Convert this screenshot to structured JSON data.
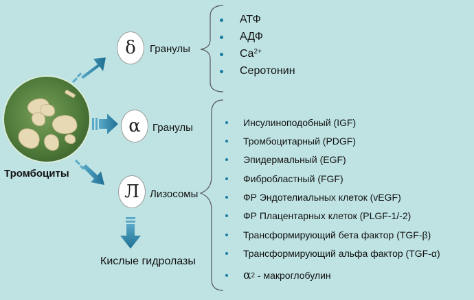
{
  "center": {
    "label": "Тромбоциты"
  },
  "nodes": {
    "delta": {
      "symbol": "δ",
      "label": "Гранулы"
    },
    "alpha": {
      "symbol": "α",
      "label": "Гранулы"
    },
    "lys": {
      "symbol": "Л",
      "label": "Лизосомы",
      "product": "Кислые гидролазы"
    }
  },
  "delta_items": [
    "АТФ",
    "АДФ",
    "Ca",
    "Серотонин"
  ],
  "ca_superscript": "2+",
  "alpha_items": [
    "Инсулиноподобный (IGF)",
    "Тромбоцитарный (PDGF)",
    "Эпидермальный (EGF)",
    "Фибробластный (FGF)",
    "ФР Эндотелиальных клеток (vEGF)",
    "ФР Плацентарных клеток (PLGF-1/-2)",
    "Трансформирующий бета фактор (TGF-β)",
    "Трансформирующий альфа фактор (TGF-α)",
    " - макроглобулин"
  ],
  "alpha2": {
    "symbol": "α",
    "sub": "2"
  },
  "colors": {
    "background": "#bfe3e3",
    "bullet": "#1a7ca0",
    "arrow": "#2b83a6"
  }
}
